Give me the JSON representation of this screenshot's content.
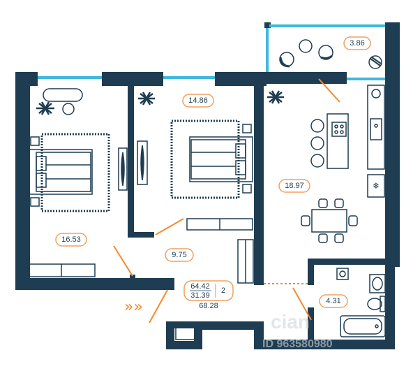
{
  "colors": {
    "wall": "#1f3d52",
    "window": "#3fb8de",
    "accent": "#f28a2e",
    "furniture": "#1f3d52",
    "fill": "#ffffff"
  },
  "rooms": {
    "bedroom_left_area": "16.53",
    "bedroom_middle_area": "14.86",
    "kitchen_living_area": "18.97",
    "balcony_area": "3.86",
    "hallway_area": "9.75",
    "bathroom_area": "4.31"
  },
  "summary": {
    "living_area": "64.42",
    "kitchen_area": "31.39",
    "total_area": "68.28",
    "room_count": "2"
  },
  "entrance_arrows": "»»",
  "watermark": {
    "brand": "cian",
    "id_text": "ID 963580980"
  },
  "icons": [
    "plant-icon",
    "bed-icon",
    "wardrobe-icon",
    "stove-icon",
    "sink-icon",
    "fridge-icon",
    "toilet-icon",
    "bathtub-icon",
    "washing-machine-icon",
    "dining-table-icon",
    "chair-icon"
  ]
}
